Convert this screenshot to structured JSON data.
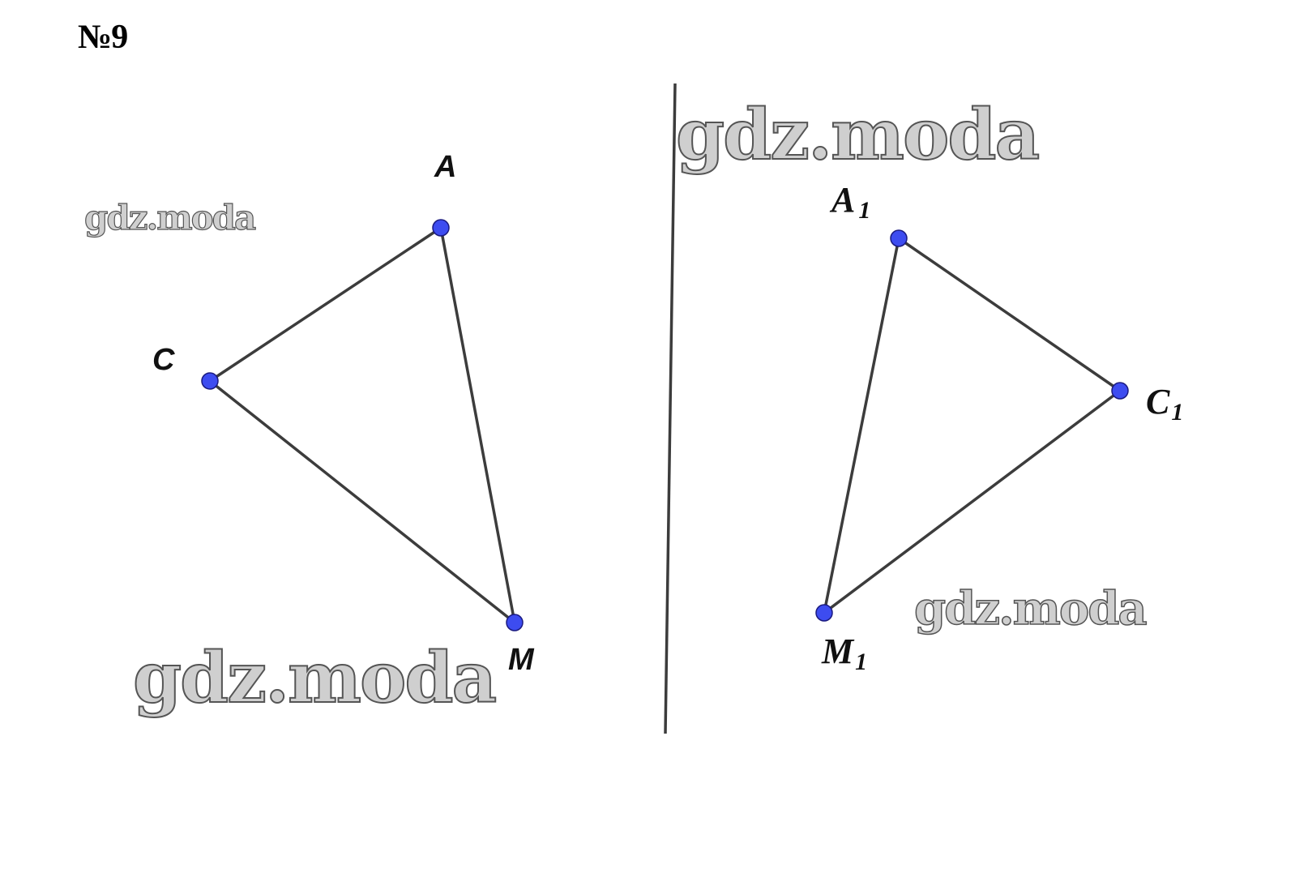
{
  "problem": {
    "number": "№9"
  },
  "watermarks": [
    "gdz.moda",
    "gdz.moda",
    "gdz.moda",
    "gdz.moda"
  ],
  "figure": {
    "original_triangle": {
      "vertices": [
        {
          "id": "A",
          "label": "A"
        },
        {
          "id": "C",
          "label": "C"
        },
        {
          "id": "M",
          "label": "M"
        }
      ],
      "sides": [
        [
          "A",
          "C"
        ],
        [
          "C",
          "M"
        ],
        [
          "A",
          "M"
        ]
      ]
    },
    "mirror_axis": {
      "label": ""
    },
    "reflected_triangle": {
      "vertices": [
        {
          "id": "A1",
          "label": "A",
          "sub": "1"
        },
        {
          "id": "C1",
          "label": "C",
          "sub": "1"
        },
        {
          "id": "M1",
          "label": "M",
          "sub": "1"
        }
      ],
      "sides": [
        [
          "A1",
          "C1"
        ],
        [
          "C1",
          "M1"
        ],
        [
          "A1",
          "M1"
        ]
      ]
    },
    "colors": {
      "point_fill": "#3d4cf0",
      "point_stroke": "#1a1a80",
      "line": "#3c3c3c"
    }
  }
}
